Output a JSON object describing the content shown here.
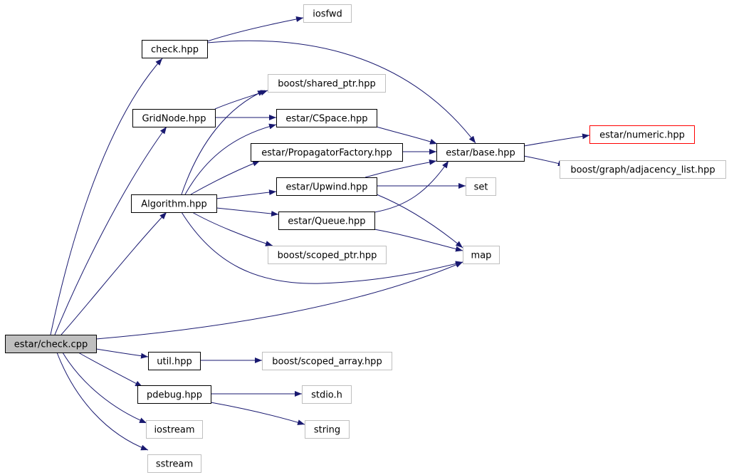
{
  "colors": {
    "edge": "#191970",
    "node_border_documented": "#000000",
    "node_border_undocumented": "#bfbfbf",
    "node_border_warning": "#ff0000",
    "root_fill": "#bfbfbf",
    "node_fill": "#ffffff"
  },
  "nodes": [
    {
      "id": "estar_check_cpp",
      "label": "estar/check.cpp",
      "kind": "root"
    },
    {
      "id": "check_hpp",
      "label": "check.hpp",
      "kind": "documented"
    },
    {
      "id": "iosfwd",
      "label": "iosfwd",
      "kind": "external"
    },
    {
      "id": "gridnode_hpp",
      "label": "GridNode.hpp",
      "kind": "documented"
    },
    {
      "id": "boost_shared_ptr",
      "label": "boost/shared_ptr.hpp",
      "kind": "external"
    },
    {
      "id": "estar_cspace",
      "label": "estar/CSpace.hpp",
      "kind": "documented"
    },
    {
      "id": "estar_propfactory",
      "label": "estar/PropagatorFactory.hpp",
      "kind": "documented"
    },
    {
      "id": "estar_base",
      "label": "estar/base.hpp",
      "kind": "documented"
    },
    {
      "id": "estar_numeric",
      "label": "estar/numeric.hpp",
      "kind": "warning"
    },
    {
      "id": "boost_adjacency",
      "label": "boost/graph/adjacency_list.hpp",
      "kind": "external"
    },
    {
      "id": "algorithm_hpp",
      "label": "Algorithm.hpp",
      "kind": "documented"
    },
    {
      "id": "estar_upwind",
      "label": "estar/Upwind.hpp",
      "kind": "documented"
    },
    {
      "id": "set",
      "label": "set",
      "kind": "external"
    },
    {
      "id": "estar_queue",
      "label": "estar/Queue.hpp",
      "kind": "documented"
    },
    {
      "id": "map",
      "label": "map",
      "kind": "external"
    },
    {
      "id": "boost_scoped_ptr",
      "label": "boost/scoped_ptr.hpp",
      "kind": "external"
    },
    {
      "id": "util_hpp",
      "label": "util.hpp",
      "kind": "documented"
    },
    {
      "id": "boost_scoped_array",
      "label": "boost/scoped_array.hpp",
      "kind": "external"
    },
    {
      "id": "pdebug_hpp",
      "label": "pdebug.hpp",
      "kind": "documented"
    },
    {
      "id": "stdio_h",
      "label": "stdio.h",
      "kind": "external"
    },
    {
      "id": "string",
      "label": "string",
      "kind": "external"
    },
    {
      "id": "iostream",
      "label": "iostream",
      "kind": "external"
    },
    {
      "id": "sstream",
      "label": "sstream",
      "kind": "external"
    }
  ],
  "edges": [
    {
      "from": "estar_check_cpp",
      "to": "check_hpp"
    },
    {
      "from": "estar_check_cpp",
      "to": "gridnode_hpp"
    },
    {
      "from": "estar_check_cpp",
      "to": "algorithm_hpp"
    },
    {
      "from": "estar_check_cpp",
      "to": "map"
    },
    {
      "from": "estar_check_cpp",
      "to": "util_hpp"
    },
    {
      "from": "estar_check_cpp",
      "to": "pdebug_hpp"
    },
    {
      "from": "estar_check_cpp",
      "to": "iostream"
    },
    {
      "from": "estar_check_cpp",
      "to": "sstream"
    },
    {
      "from": "check_hpp",
      "to": "iosfwd"
    },
    {
      "from": "check_hpp",
      "to": "estar_base"
    },
    {
      "from": "gridnode_hpp",
      "to": "boost_shared_ptr"
    },
    {
      "from": "gridnode_hpp",
      "to": "estar_cspace"
    },
    {
      "from": "algorithm_hpp",
      "to": "boost_shared_ptr"
    },
    {
      "from": "algorithm_hpp",
      "to": "estar_cspace"
    },
    {
      "from": "algorithm_hpp",
      "to": "estar_propfactory"
    },
    {
      "from": "algorithm_hpp",
      "to": "estar_upwind"
    },
    {
      "from": "algorithm_hpp",
      "to": "estar_queue"
    },
    {
      "from": "algorithm_hpp",
      "to": "boost_scoped_ptr"
    },
    {
      "from": "algorithm_hpp",
      "to": "map"
    },
    {
      "from": "estar_cspace",
      "to": "estar_base"
    },
    {
      "from": "estar_propfactory",
      "to": "estar_base"
    },
    {
      "from": "estar_upwind",
      "to": "estar_base"
    },
    {
      "from": "estar_upwind",
      "to": "set"
    },
    {
      "from": "estar_upwind",
      "to": "map"
    },
    {
      "from": "estar_queue",
      "to": "estar_base"
    },
    {
      "from": "estar_queue",
      "to": "map"
    },
    {
      "from": "estar_base",
      "to": "estar_numeric"
    },
    {
      "from": "estar_base",
      "to": "boost_adjacency"
    },
    {
      "from": "util_hpp",
      "to": "boost_scoped_array"
    },
    {
      "from": "pdebug_hpp",
      "to": "stdio_h"
    },
    {
      "from": "pdebug_hpp",
      "to": "string"
    }
  ]
}
